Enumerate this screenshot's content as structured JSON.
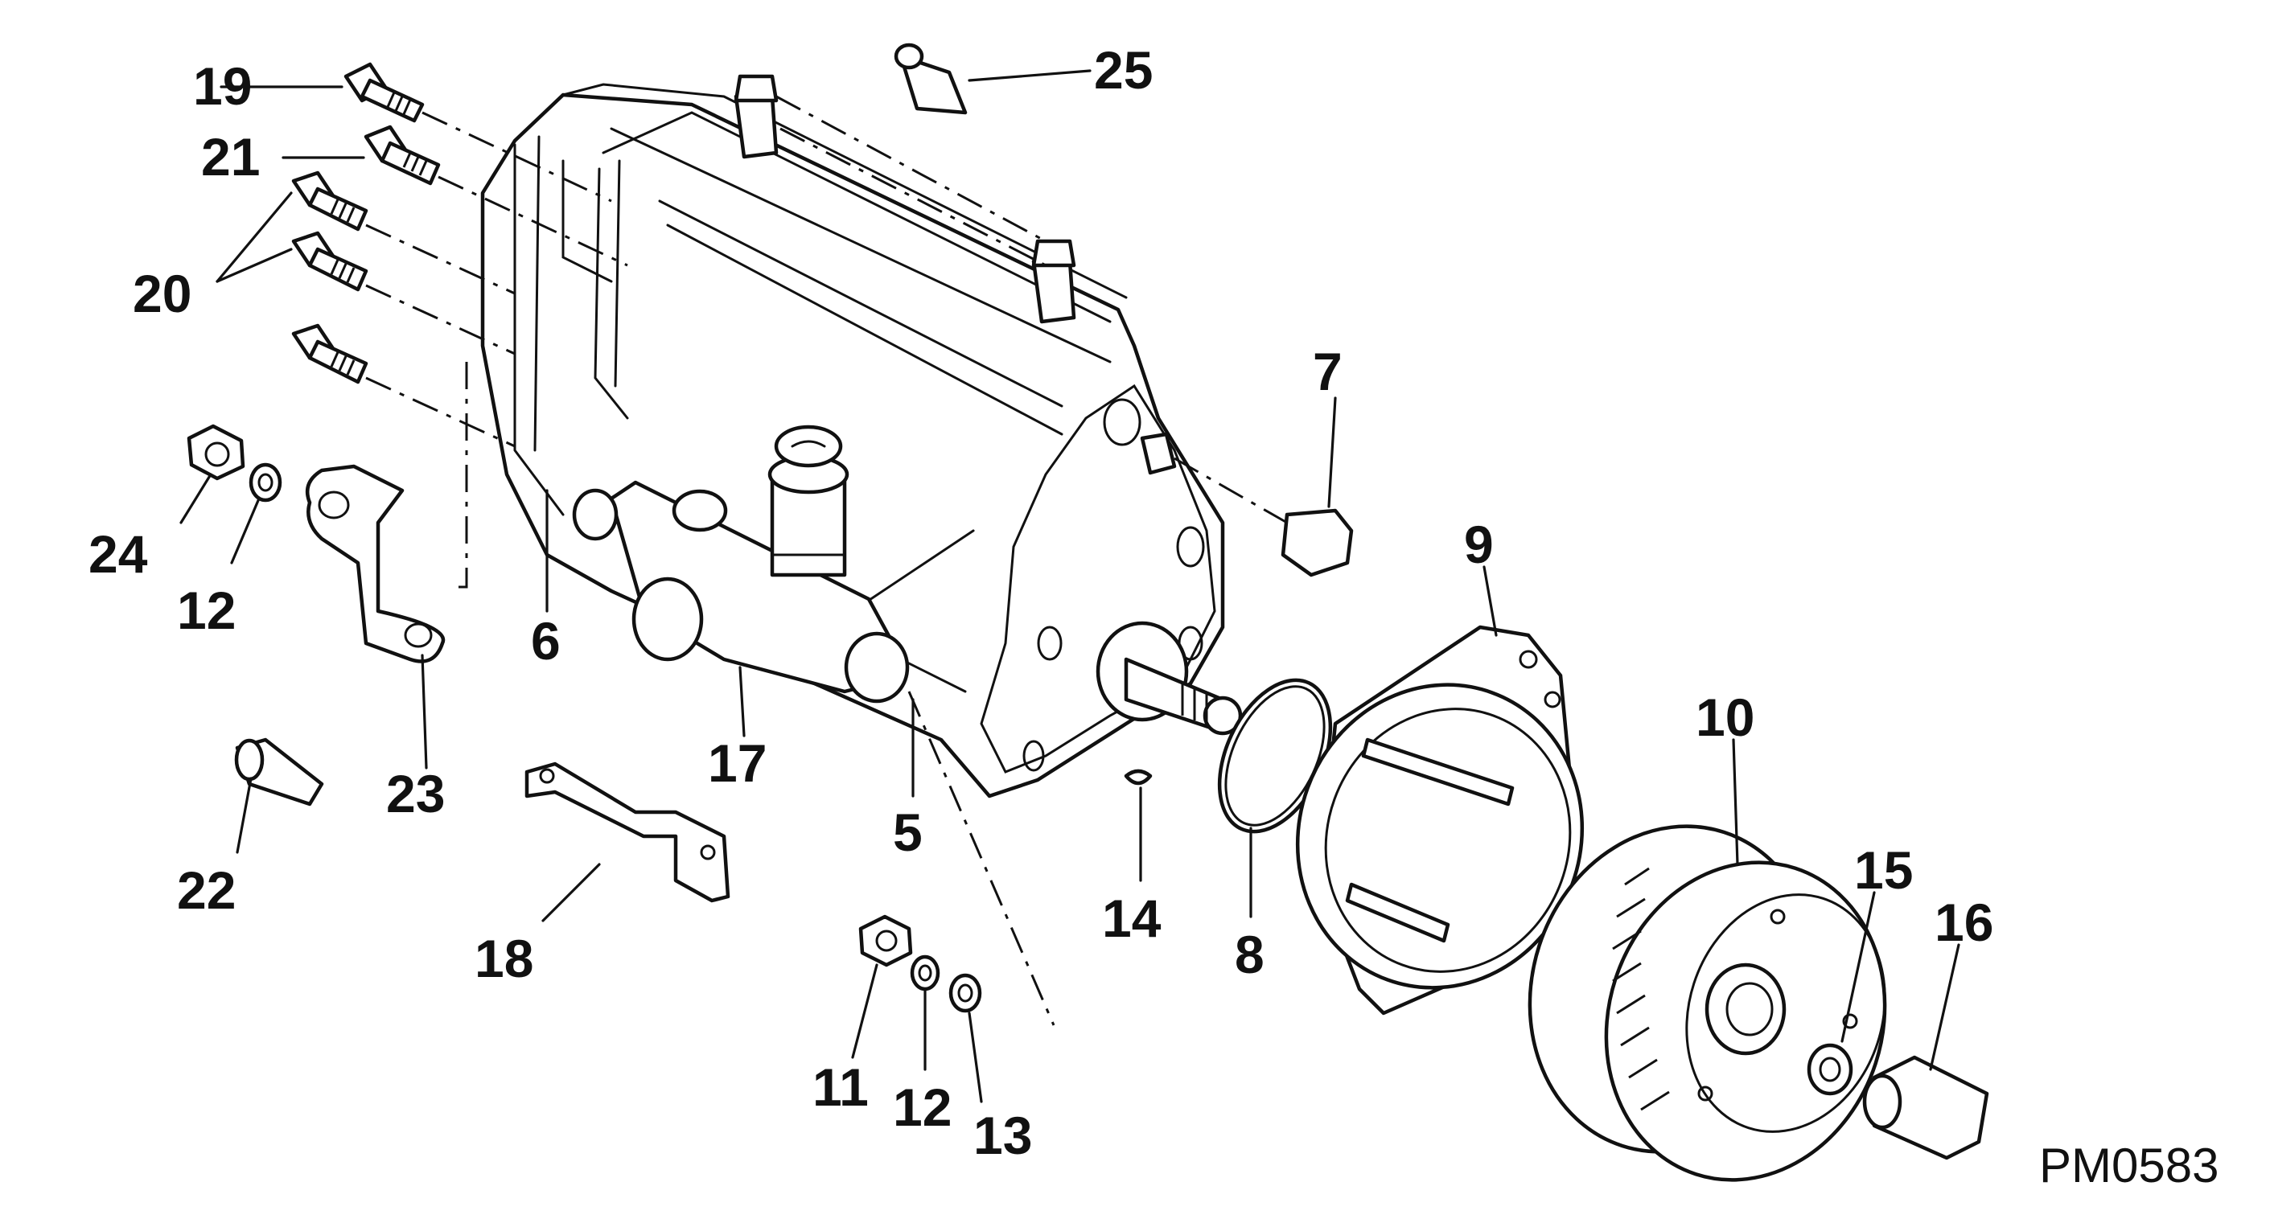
{
  "diagram": {
    "drawing_code": "PM0583",
    "callouts": {
      "c5": "5",
      "c6": "6",
      "c7": "7",
      "c8": "8",
      "c9": "9",
      "c10": "10",
      "c11": "11",
      "c12a": "12",
      "c12b": "12",
      "c13": "13",
      "c14": "14",
      "c15": "15",
      "c16": "16",
      "c17": "17",
      "c18": "18",
      "c19": "19",
      "c20": "20",
      "c21": "21",
      "c22": "22",
      "c23": "23",
      "c24": "24",
      "c25": "25"
    }
  }
}
